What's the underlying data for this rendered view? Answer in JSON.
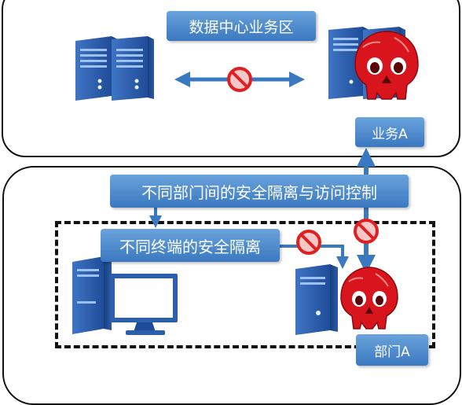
{
  "labels": {
    "datacenter_zone": "数据中心业务区",
    "business_a": "业务A",
    "inter_department": "不同部门间的安全隔离与访问控制",
    "terminal_isolation": "不同终端的安全隔离",
    "department_a": "部门A"
  },
  "colors": {
    "label_blue": "#4a8ad0",
    "arrow_blue": "#3a78c0",
    "server_blue": "#2e5faa",
    "block_red": "#e02020",
    "skull_red": "#d8141c"
  },
  "icons": [
    "server-rack-icon",
    "no-entry-icon",
    "skull-icon",
    "desktop-computer-icon",
    "tower-pc-icon",
    "arrow-icon"
  ]
}
